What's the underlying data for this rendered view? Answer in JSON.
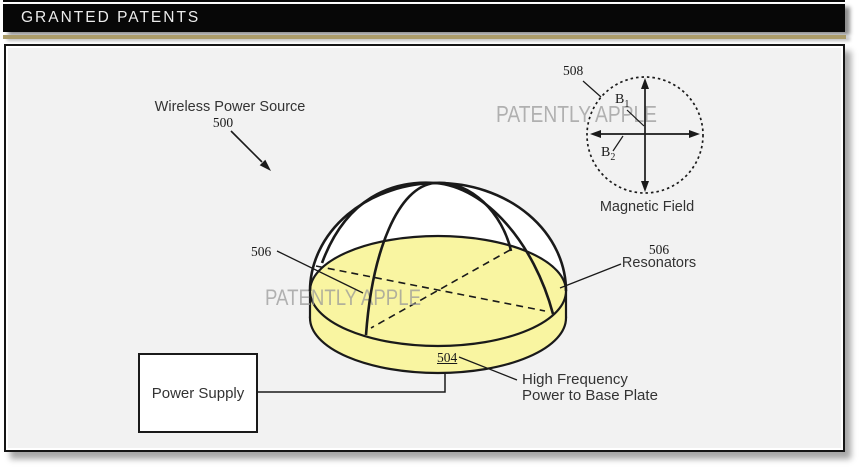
{
  "header": {
    "title": "GRANTED PATENTS"
  },
  "watermark": {
    "text_top": "PATENTLY APPLE",
    "text_middle": "PATENTLY APPLE"
  },
  "diagram": {
    "wireless_power_source": {
      "label": "Wireless Power Source",
      "ref": "500"
    },
    "magnetic_field": {
      "ref": "508",
      "caption": "Magnetic Field",
      "b1_base": "B",
      "b1_sub": "1",
      "b2_base": "B",
      "b2_sub": "2"
    },
    "resonators": {
      "left_ref": "506",
      "right_ref": "506",
      "label": "Resonators"
    },
    "base_plate": {
      "ref": "504",
      "label_line1": "High Frequency",
      "label_line2": "Power to Base Plate"
    },
    "power_supply": {
      "label": "Power Supply"
    },
    "colors": {
      "plate_yellow": "#f9f5a1",
      "gold_rule": "#ab9c6a",
      "panel_bg": "#f2f2f2",
      "line": "#1a1a1a",
      "watermark_gray": "#9a9a9a"
    }
  }
}
